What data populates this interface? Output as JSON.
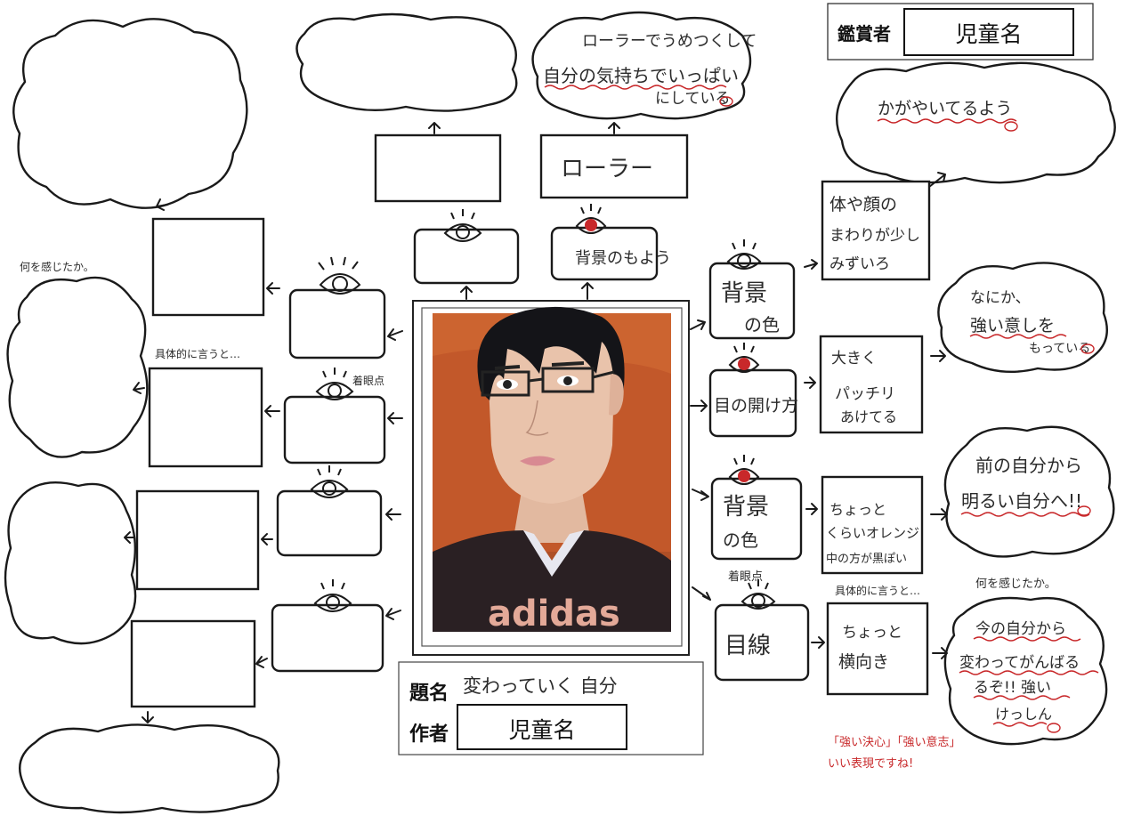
{
  "header": {
    "appreciator_label": "鑑賞者",
    "appreciator_name": "児童名"
  },
  "artwork": {
    "title_label": "題名",
    "title_value": "変わっていく 自分",
    "author_label": "作者",
    "author_name": "児童名",
    "shirt_text": "adidas"
  },
  "prompts": {
    "feel_1": "何を感じたか。",
    "concrete_1": "具体的に言うと…",
    "focus_1": "着眼点",
    "focus_2": "着眼点",
    "concrete_2": "具体的に言うと…",
    "feel_2": "何を感じたか。"
  },
  "top_branch": {
    "focus": "背景のもよう",
    "detail": "ローラー",
    "feeling": [
      "ローラーでうめつくして",
      "自分の気持ちでいっぱい",
      "にしている"
    ]
  },
  "right_branches": [
    {
      "focus": [
        "背景",
        "の色"
      ],
      "detail": [
        "体や顔の",
        "まわりが少し",
        "みずいろ"
      ],
      "feeling": [
        "かがやいてるよう"
      ]
    },
    {
      "focus": [
        "目の開け方"
      ],
      "detail": [
        "大きく",
        "パッチリ",
        "あけてる"
      ],
      "feeling": [
        "なにか、",
        "強い意しを",
        "もっている"
      ]
    },
    {
      "focus": [
        "背景",
        "の色"
      ],
      "detail": [
        "ちょっと",
        "くらいオレンジ",
        "中の方が黒ぽい"
      ],
      "feeling": [
        "前の自分から",
        "明るい自分へ!!"
      ]
    },
    {
      "focus": [
        "目線"
      ],
      "detail": [
        "ちょっと",
        "横向き"
      ],
      "feeling": [
        "今の自分から",
        "変わってがんばる",
        "るぞ!! 強い",
        "けっしん"
      ]
    }
  ],
  "teacher_comment": [
    "「強い決心」「強い意志」",
    "いい表現ですね!"
  ],
  "colors": {
    "ink": "#1a1a1a",
    "teacher_red": "#c8282a",
    "portrait_bg": "#c2582a",
    "skin": "#e9c3ab",
    "hair": "#141418",
    "shirt": "#2a2023"
  }
}
